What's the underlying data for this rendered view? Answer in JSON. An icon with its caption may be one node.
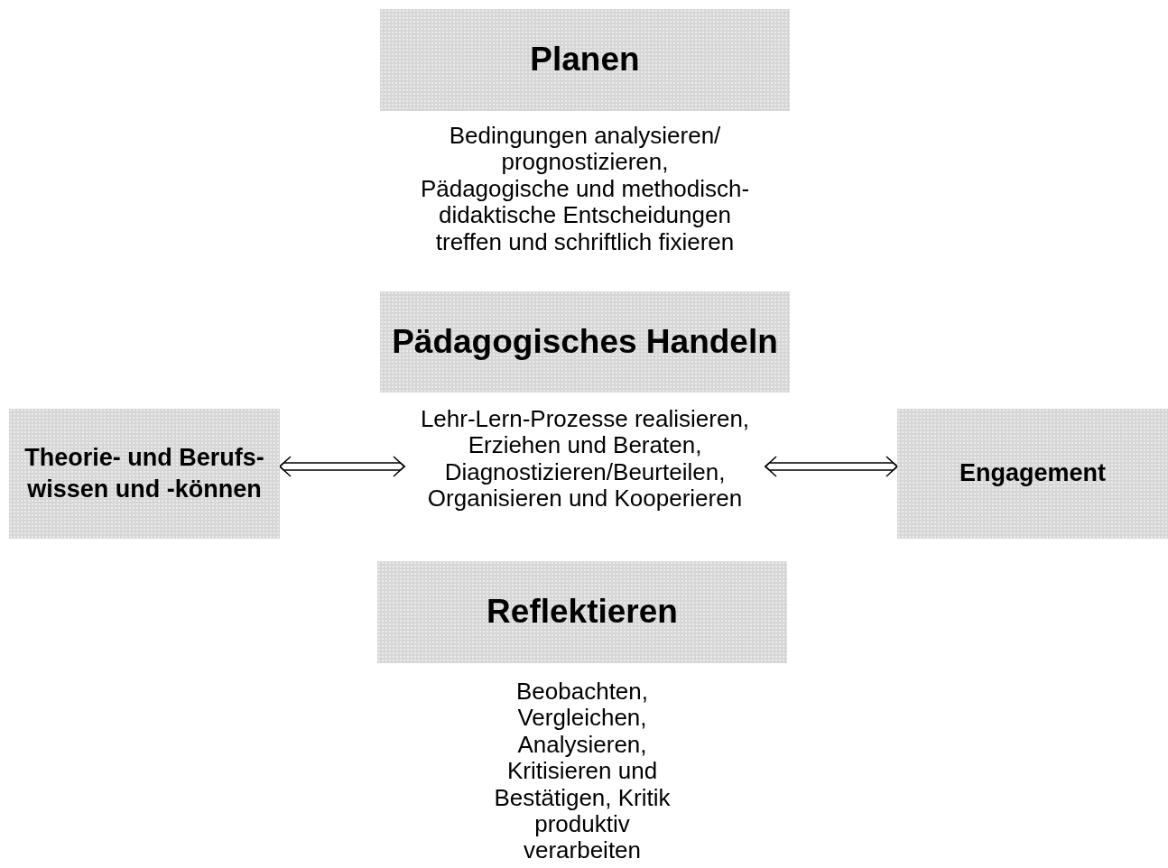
{
  "diagram": {
    "nodes": [
      {
        "text": [
          "Planen"
        ]
      },
      {
        "text": [
          "Bedingungen analysieren/ prognostizieren,",
          "Pädagogische und methodisch-didaktische Entscheidungen treffen und schriftlich fixieren"
        ]
      },
      {
        "text": [
          "Pädagogisches Handeln"
        ]
      },
      {
        "text": [
          "Lehr-Lern-Prozesse realisieren, Erziehen und Beraten, Diagnostizieren/Beurteilen, Organisieren und Kooperieren"
        ]
      },
      {
        "text": [
          "Theorie- und Berufs- wissen und -können"
        ]
      },
      {
        "text": [
          "Engagement"
        ]
      },
      {
        "text": [
          "Reflektieren"
        ]
      },
      {
        "text": [
          "Beobachten, Vergleichen, Analysieren, Kritisieren und Bestätigen, Kritik produktiv verarbeiten"
        ]
      }
    ],
    "edges": [
      {
        "from": 4,
        "to": 3,
        "arrow": "both"
      },
      {
        "from": 3,
        "to": 5,
        "arrow": "both"
      }
    ]
  }
}
